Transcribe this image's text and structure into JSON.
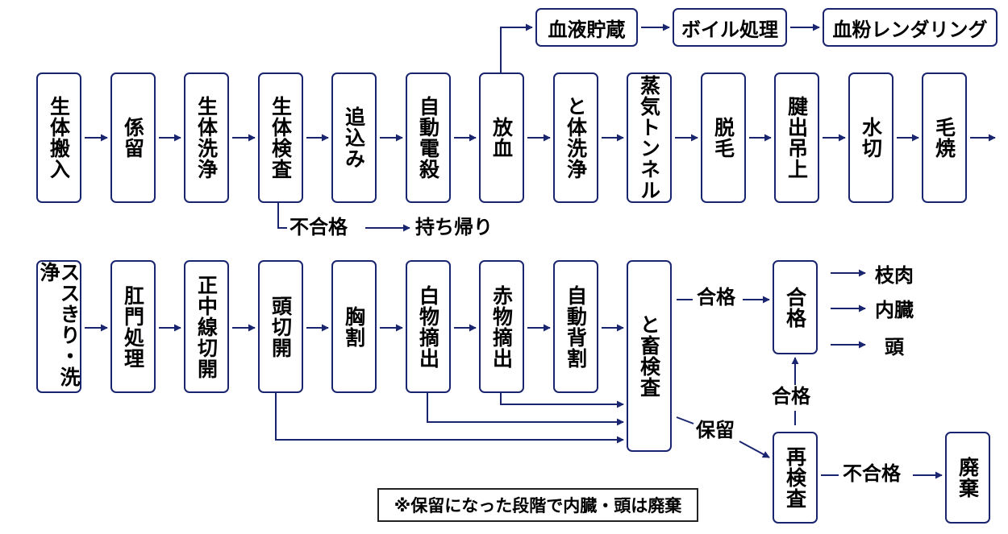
{
  "row1": [
    "生体搬入",
    "係留",
    "生体洗浄",
    "生体検査",
    "追込み",
    "自動電殺",
    "放血",
    "と体洗浄",
    "蒸気トンネル",
    "脱毛",
    "腱出吊上",
    "水切",
    "毛焼"
  ],
  "blood": [
    "血液貯蔵",
    "ボイル処理",
    "血粉レンダリング"
  ],
  "reject1": {
    "label": "不合格",
    "dest": "持ち帰り"
  },
  "row2": [
    "ススきり・洗浄",
    "肛門処理",
    "正中線切開",
    "頭切開",
    "胸割",
    "白物摘出",
    "赤物摘出",
    "自動背割"
  ],
  "inspection": "と畜検査",
  "pass_label": "合格",
  "pass_box": "合格",
  "outputs": [
    "枝肉",
    "内臓",
    "頭"
  ],
  "hold_label": "保留",
  "reinspection": "再検査",
  "reinspect_pass_label": "合格",
  "reject2_label": "不合格",
  "disposal": "廃棄",
  "note": "※保留になった段階で内臓・頭は廃棄",
  "colors": {
    "arrow": "#1a2570",
    "border": "#1a2570"
  }
}
